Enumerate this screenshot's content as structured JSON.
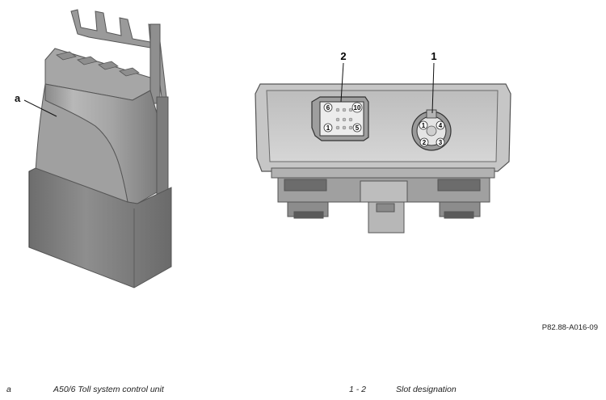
{
  "callouts": {
    "a": "a",
    "one": "1",
    "two": "2"
  },
  "connector_2_pins": {
    "p6": "6",
    "p10": "10",
    "p1": "1",
    "p5": "5"
  },
  "connector_1_pins": {
    "p1": "1",
    "p4": "4",
    "p2": "2",
    "p3": "3"
  },
  "figure_ref": "P82.88-A016-09",
  "legend": [
    {
      "code": "a",
      "text": "A50/6 Toll system control unit"
    },
    {
      "code": "1 - 2",
      "text": "Slot designation"
    }
  ]
}
